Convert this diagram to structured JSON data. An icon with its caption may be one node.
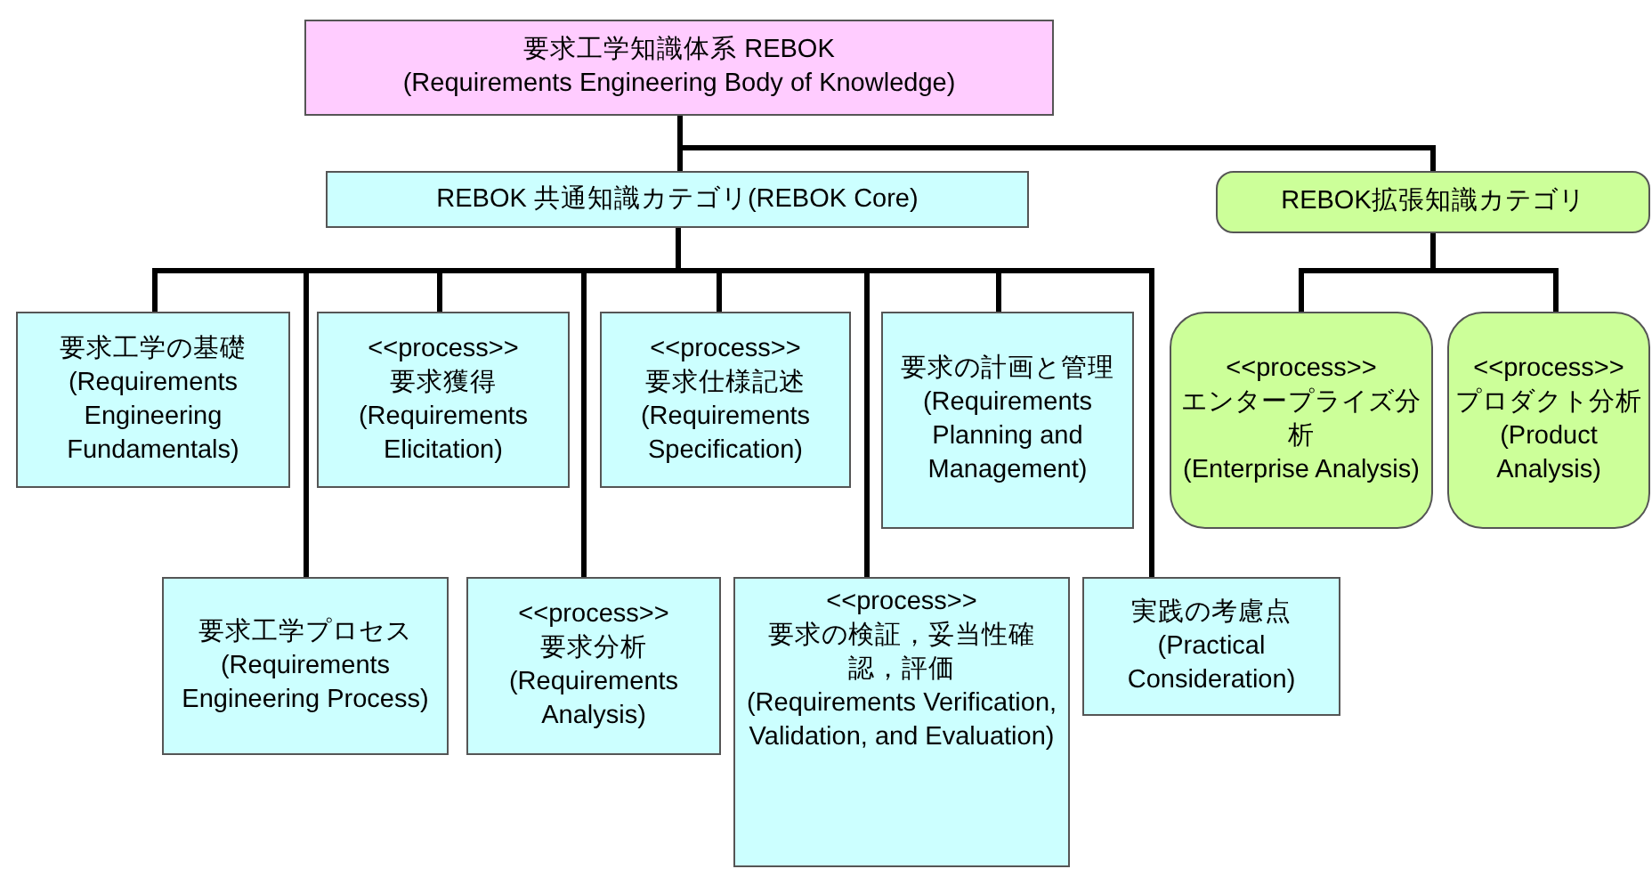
{
  "diagram": {
    "nodes": [
      {
        "text": [
          "要求工学知識体系 REBOK",
          "(Requirements Engineering Body of Knowledge)"
        ]
      },
      {
        "text": [
          "REBOK 共通知識カテゴリ(REBOK Core)"
        ]
      },
      {
        "text": [
          "REBOK拡張知識カテゴリ"
        ]
      },
      {
        "text": [
          "要求工学の基礎",
          "(Requirements Engineering Fundamentals)"
        ]
      },
      {
        "text": [
          "<<process>>",
          "要求獲得",
          "(Requirements Elicitation)"
        ]
      },
      {
        "text": [
          "<<process>>",
          "要求仕様記述",
          "(Requirements Specification)"
        ]
      },
      {
        "text": [
          "要求の計画と管理",
          "(Requirements Planning and Management)"
        ]
      },
      {
        "text": [
          "<<process>>",
          "エンタープライズ分析",
          "(Enterprise Analysis)"
        ]
      },
      {
        "text": [
          "<<process>>",
          "プロダクト分析",
          "(Product Analysis)"
        ]
      },
      {
        "text": [
          "要求工学プロセス",
          "(Requirements Engineering Process)"
        ]
      },
      {
        "text": [
          "<<process>>",
          "要求分析",
          "(Requirements Analysis)"
        ]
      },
      {
        "text": [
          "<<process>>",
          "要求の検証，妥当性確認，評価",
          "(Requirements Verification, Validation, and Evaluation)"
        ]
      },
      {
        "text": [
          "実践の考慮点",
          "(Practical Consideration)"
        ]
      }
    ],
    "edges": [
      {
        "from": 0,
        "to": 1,
        "arrow": "none"
      },
      {
        "from": 0,
        "to": 2,
        "arrow": "none"
      },
      {
        "from": 1,
        "to": 3,
        "arrow": "none"
      },
      {
        "from": 1,
        "to": 9,
        "arrow": "none"
      },
      {
        "from": 1,
        "to": 4,
        "arrow": "none"
      },
      {
        "from": 1,
        "to": 10,
        "arrow": "none"
      },
      {
        "from": 1,
        "to": 5,
        "arrow": "none"
      },
      {
        "from": 1,
        "to": 11,
        "arrow": "none"
      },
      {
        "from": 1,
        "to": 6,
        "arrow": "none"
      },
      {
        "from": 1,
        "to": 12,
        "arrow": "none"
      },
      {
        "from": 2,
        "to": 7,
        "arrow": "none"
      },
      {
        "from": 2,
        "to": 8,
        "arrow": "none"
      }
    ]
  }
}
